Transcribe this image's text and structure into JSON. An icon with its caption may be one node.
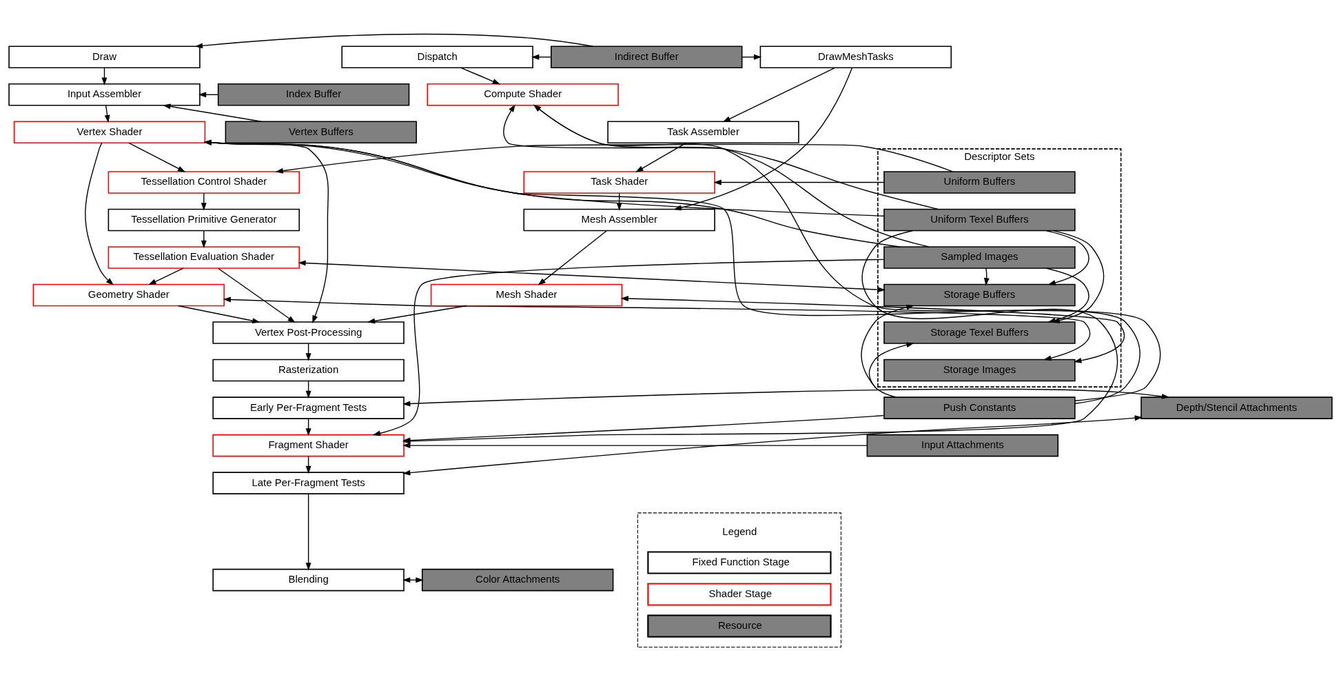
{
  "diagram": {
    "nodes": [
      {
        "text": [
          "Draw"
        ]
      },
      {
        "text": [
          "Input Assembler"
        ]
      },
      {
        "text": [
          "Vertex Shader"
        ]
      },
      {
        "text": [
          "Tessellation Control Shader"
        ]
      },
      {
        "text": [
          "Tessellation Primitive Generator"
        ]
      },
      {
        "text": [
          "Tessellation Evaluation Shader"
        ]
      },
      {
        "text": [
          "Geometry Shader"
        ]
      },
      {
        "text": [
          "Vertex Post-Processing"
        ]
      },
      {
        "text": [
          "Rasterization"
        ]
      },
      {
        "text": [
          "Early Per-Fragment Tests"
        ]
      },
      {
        "text": [
          "Fragment Shader"
        ]
      },
      {
        "text": [
          "Late Per-Fragment Tests"
        ]
      },
      {
        "text": [
          "Blending"
        ]
      },
      {
        "text": [
          "Indirect Buffer"
        ]
      },
      {
        "text": [
          "Index Buffer"
        ]
      },
      {
        "text": [
          "Vertex Buffers"
        ]
      },
      {
        "text": [
          "Descriptor Sets"
        ]
      },
      {
        "text": [
          "Uniform Buffers"
        ],
        "in": 16
      },
      {
        "text": [
          "Uniform Texel Buffers"
        ],
        "in": 16
      },
      {
        "text": [
          "Sampled Images"
        ],
        "in": 16
      },
      {
        "text": [
          "Storage Buffers"
        ],
        "in": 16
      },
      {
        "text": [
          "Storage Texel Buffers"
        ],
        "in": 16
      },
      {
        "text": [
          "Storage Images"
        ],
        "in": 16
      },
      {
        "text": [
          "Push Constants"
        ]
      },
      {
        "text": [
          "Depth/Stencil Attachments"
        ]
      },
      {
        "text": [
          "Input Attachments"
        ]
      },
      {
        "text": [
          "Color Attachments"
        ]
      },
      {
        "text": [
          "DrawMeshTasks"
        ]
      },
      {
        "text": [
          "Dispatch"
        ]
      },
      {
        "text": [
          "Compute Shader"
        ]
      },
      {
        "text": [
          "Task Assembler"
        ]
      },
      {
        "text": [
          "Task Shader"
        ]
      },
      {
        "text": [
          "Mesh Assembler"
        ]
      },
      {
        "text": [
          "Mesh Shader"
        ]
      }
    ],
    "edges": [
      {
        "from": 0,
        "to": 1,
        "arrow": "to"
      },
      {
        "from": 1,
        "to": 2,
        "arrow": "to"
      },
      {
        "from": 2,
        "to": 3,
        "arrow": "to"
      },
      {
        "from": 3,
        "to": 4,
        "arrow": "to"
      },
      {
        "from": 4,
        "to": 5,
        "arrow": "to"
      },
      {
        "from": 5,
        "to": 6,
        "arrow": "to"
      },
      {
        "from": 6,
        "to": 7,
        "arrow": "to"
      },
      {
        "from": 7,
        "to": 8,
        "arrow": "to"
      },
      {
        "from": 8,
        "to": 9,
        "arrow": "to"
      },
      {
        "from": 9,
        "to": 10,
        "arrow": "to"
      },
      {
        "from": 10,
        "to": 11,
        "arrow": "to"
      },
      {
        "from": 11,
        "to": 12,
        "arrow": "to"
      },
      {
        "from": 2,
        "to": 6,
        "arrow": "to"
      },
      {
        "from": 2,
        "to": 7,
        "arrow": "to"
      },
      {
        "from": 5,
        "to": 7,
        "arrow": "to"
      },
      {
        "from": 13,
        "to": 0,
        "arrow": "to"
      },
      {
        "from": 13,
        "to": 27,
        "arrow": "to"
      },
      {
        "from": 13,
        "to": 28,
        "arrow": "to"
      },
      {
        "from": 14,
        "to": 1,
        "arrow": "to"
      },
      {
        "from": 15,
        "to": 1,
        "arrow": "to"
      },
      {
        "from": 28,
        "to": 29,
        "arrow": "to"
      },
      {
        "from": 27,
        "to": 30,
        "arrow": "to"
      },
      {
        "from": 27,
        "to": 32,
        "arrow": "to"
      },
      {
        "from": 30,
        "to": 31,
        "arrow": "to"
      },
      {
        "from": 31,
        "to": 32,
        "arrow": "to"
      },
      {
        "from": 32,
        "to": 33,
        "arrow": "to"
      },
      {
        "from": 33,
        "to": 7,
        "arrow": "to"
      },
      {
        "from": 17,
        "to": 3,
        "arrow": "to"
      },
      {
        "from": 20,
        "to": 5,
        "arrow": "both"
      },
      {
        "from": 22,
        "to": 6,
        "arrow": "both"
      },
      {
        "from": 18,
        "to": 2,
        "arrow": "to"
      },
      {
        "from": 19,
        "to": 2,
        "arrow": "to"
      },
      {
        "from": 23,
        "to": 2,
        "arrow": "to"
      },
      {
        "from": 18,
        "to": 10,
        "arrow": "to"
      },
      {
        "from": 19,
        "to": 10,
        "arrow": "to"
      },
      {
        "from": 23,
        "to": 10,
        "arrow": "to"
      },
      {
        "from": 18,
        "to": 21,
        "arrow": "to"
      },
      {
        "from": 19,
        "to": 21,
        "arrow": "to"
      },
      {
        "from": 23,
        "to": 21,
        "arrow": "to"
      },
      {
        "from": 17,
        "to": 31,
        "arrow": "to"
      },
      {
        "from": 22,
        "to": 33,
        "arrow": "both"
      },
      {
        "from": 18,
        "to": 29,
        "arrow": "to"
      },
      {
        "from": 19,
        "to": 29,
        "arrow": "to"
      },
      {
        "from": 23,
        "to": 29,
        "arrow": "to"
      },
      {
        "from": 18,
        "to": 20,
        "arrow": "to"
      },
      {
        "from": 19,
        "to": 20,
        "arrow": "to"
      },
      {
        "from": 23,
        "to": 20,
        "arrow": "to"
      },
      {
        "from": 9,
        "to": 24,
        "arrow": "both"
      },
      {
        "from": 11,
        "to": 24,
        "arrow": "both"
      },
      {
        "from": 25,
        "to": 10,
        "arrow": "to"
      },
      {
        "from": 12,
        "to": 26,
        "arrow": "both"
      }
    ],
    "labels": [
      "Legend"
    ],
    "legend": [
      {
        "text": "Fixed Function Stage"
      },
      {
        "text": "Shader Stage"
      },
      {
        "text": "Resource",
        "color": "#808080"
      }
    ]
  }
}
